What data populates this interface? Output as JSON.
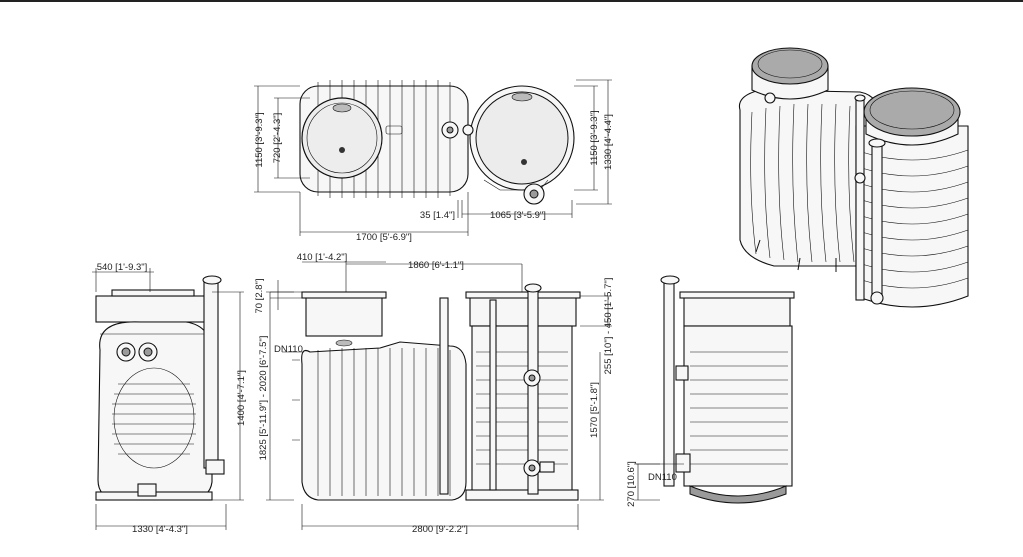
{
  "drawing": {
    "top_view": {
      "height_1": "1150 [3'-9.3\"]",
      "height_2": "720 [2'-4.3\"]",
      "height_right_1": "1150 [3'-9.3\"]",
      "height_right_2": "1330 [4'-4.4\"]",
      "offset": "35 [1.4\"]",
      "width_right": "1065 [3'-5.9\"]",
      "width_total": "1700 [5'-6.9\"]"
    },
    "left_view": {
      "top_width": "540 [1'-9.3\"]",
      "height": "1400 [4'-7.1\"]",
      "base_width": "1330 [4'-4.3\"]"
    },
    "front_view": {
      "dim_410": "410 [1'-4.2\"]",
      "dim_1860": "1860 [6'-1.1\"]",
      "dim_70": "70 [2.8\"]",
      "pipe_label": "DN110",
      "height_range": "1825 [5'-11.9\"] - 2020 [6'-7.5\"]",
      "length_total": "2800 [9'-2.2\"]",
      "dim_255_450": "255 [10\"] - 450 [1'-5.7\"]",
      "dim_1570": "1570 [5'-1.8\"]"
    },
    "right_view": {
      "pipe_label": "DN110",
      "height_270": "270 [10.6\"]"
    }
  }
}
